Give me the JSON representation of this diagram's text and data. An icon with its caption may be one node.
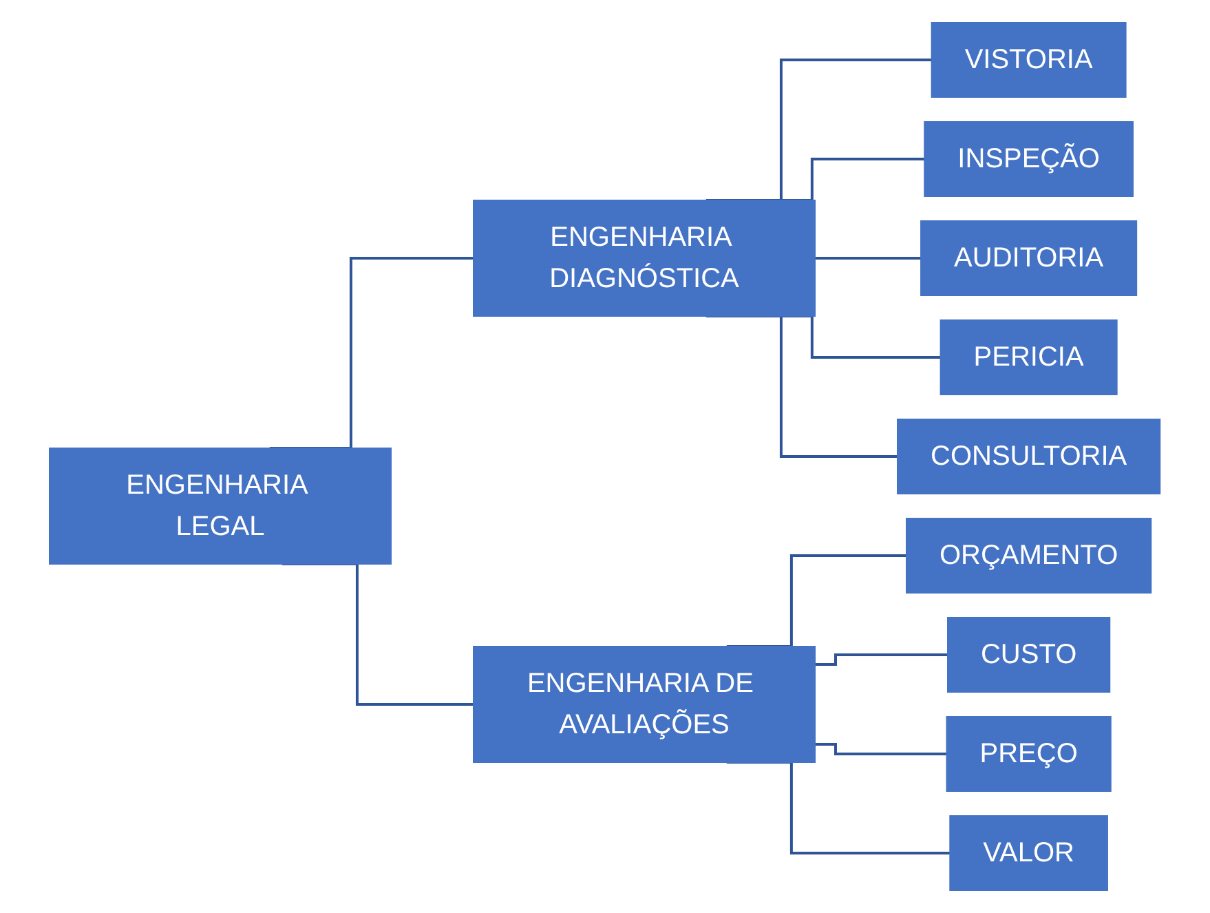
{
  "diagram": {
    "nodes": [
      {
        "text": [
          "ENGENHARIA LEGAL"
        ]
      },
      {
        "text": [
          "ENGENHARIA DIAGNÓSTICA"
        ]
      },
      {
        "text": [
          "VISTORIA"
        ]
      },
      {
        "text": [
          "INSPEÇÃO"
        ]
      },
      {
        "text": [
          "AUDITORIA"
        ]
      },
      {
        "text": [
          "PERICIA"
        ]
      },
      {
        "text": [
          "CONSULTORIA"
        ]
      },
      {
        "text": [
          "ENGENHARIA DE AVALIAÇÕES"
        ]
      },
      {
        "text": [
          "ORÇAMENTO"
        ]
      },
      {
        "text": [
          "CUSTO"
        ]
      },
      {
        "text": [
          "PREÇO"
        ]
      },
      {
        "text": [
          "VALOR"
        ]
      }
    ],
    "edges": [
      {
        "from": 0,
        "to": 1,
        "arrow": "none"
      },
      {
        "from": 0,
        "to": 7,
        "arrow": "none"
      },
      {
        "from": 1,
        "to": 2,
        "arrow": "none"
      },
      {
        "from": 1,
        "to": 3,
        "arrow": "none"
      },
      {
        "from": 1,
        "to": 4,
        "arrow": "none"
      },
      {
        "from": 1,
        "to": 5,
        "arrow": "none"
      },
      {
        "from": 1,
        "to": 6,
        "arrow": "none"
      },
      {
        "from": 7,
        "to": 8,
        "arrow": "none"
      },
      {
        "from": 7,
        "to": 9,
        "arrow": "none"
      },
      {
        "from": 7,
        "to": 10,
        "arrow": "none"
      },
      {
        "from": 7,
        "to": 11,
        "arrow": "none"
      }
    ]
  }
}
